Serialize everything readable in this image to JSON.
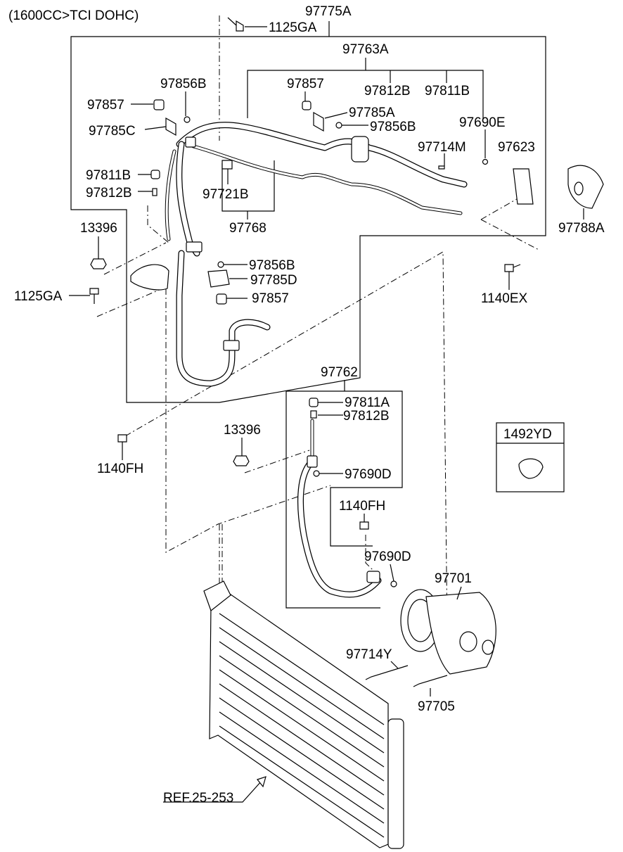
{
  "header": {
    "title": "(1600CC>TCI DOHC)"
  },
  "labels": {
    "l97775A": "97775A",
    "l1125GA_top": "1125GA",
    "l97763A": "97763A",
    "l97856B_a": "97856B",
    "l97857_a": "97857",
    "l97857_b": "97857",
    "l97812B_a": "97812B",
    "l97811B_a": "97811B",
    "l97785C": "97785C",
    "l97785A": "97785A",
    "l97856B_b": "97856B",
    "l97690E": "97690E",
    "l97714M": "97714M",
    "l97623": "97623",
    "l97811B_b": "97811B",
    "l97812B_b": "97812B",
    "l97721B": "97721B",
    "l97768": "97768",
    "l97788A": "97788A",
    "l13396_a": "13396",
    "l97856B_c": "97856B",
    "l97785D": "97785D",
    "l1125GA_left": "1125GA",
    "l97857_c": "97857",
    "l1140EX": "1140EX",
    "l97762": "97762",
    "l97811A": "97811A",
    "l97812B_c": "97812B",
    "l1140FH_a": "1140FH",
    "l13396_b": "13396",
    "l97690D_a": "97690D",
    "l1492YD": "1492YD",
    "l1140FH_b": "1140FH",
    "l97690D_b": "97690D",
    "l97701": "97701",
    "l97714Y": "97714Y",
    "l97705": "97705",
    "lREF": "REF.25-253"
  }
}
